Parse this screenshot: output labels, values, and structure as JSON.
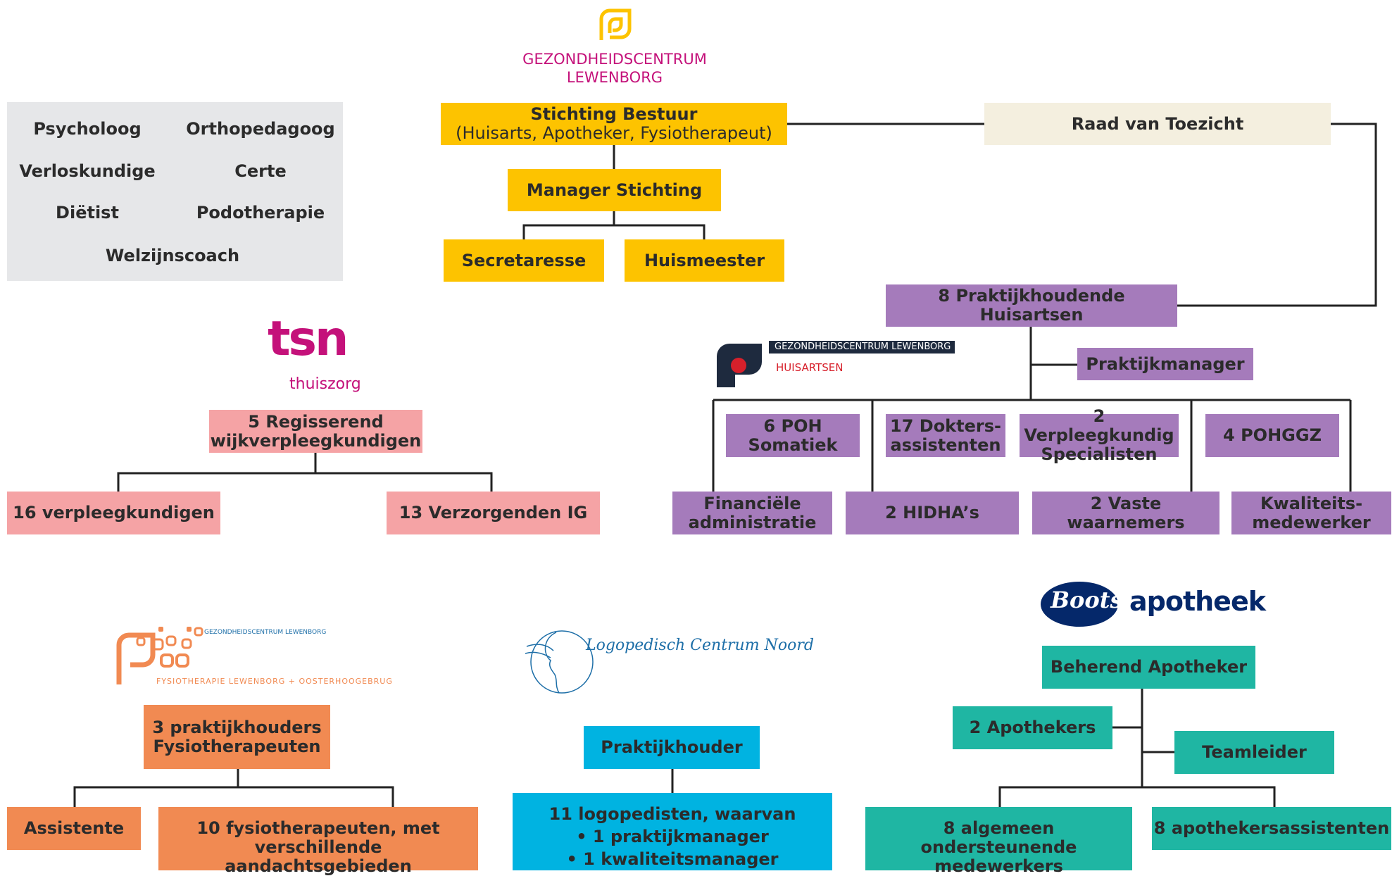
{
  "logo_main": {
    "line1": "GEZONDHEIDSCENTRUM",
    "line2": "LEWENBORG"
  },
  "top": {
    "stichting": {
      "line1": "Stichting Bestuur",
      "line2": "(Huisarts, Apotheker, Fysiotherapeut)"
    },
    "raad": "Raad van Toezicht",
    "manager": "Manager Stichting",
    "secretaresse": "Secretaresse",
    "huismeester": "Huismeester"
  },
  "others": {
    "psycholoog": "Psycholoog",
    "orthopedagoog": "Orthopedagoog",
    "verloskundige": "Verloskundige",
    "certe": "Certe",
    "dietist": "Diëtist",
    "podotherapie": "Podotherapie",
    "welzijnscoach": "Welzijnscoach"
  },
  "tsn": {
    "logo": "tsn",
    "logo_sub": "thuiszorg",
    "root": {
      "line1": "5 Regisserend",
      "line2": "wijkverpleegkundigen"
    },
    "left": "16 verpleegkundigen",
    "right": "13 Verzorgenden IG"
  },
  "huisartsen": {
    "logo_line1": "GEZONDHEIDSCENTRUM LEWENBORG",
    "logo_line2": "HUISARTSEN",
    "root": "8 Praktijkhoudende Huisartsen",
    "manager": "Praktijkmanager",
    "poh": {
      "line1": "6 POH",
      "line2": "Somatiek"
    },
    "dokters": {
      "line1": "17 Dokters-",
      "line2": "assistenten"
    },
    "verpleeg": {
      "line1": "2 Verpleegkundig",
      "line2": "Specialisten"
    },
    "pohggz": "4 POHGGZ",
    "financ": {
      "line1": "Financiële",
      "line2": "administratie"
    },
    "hidha": "2 HIDHA’s",
    "waarnemers": "2 Vaste waarnemers",
    "kwaliteit": {
      "line1": "Kwaliteits-",
      "line2": "medewerker"
    }
  },
  "fysio": {
    "logo_top": "GEZONDHEIDSCENTRUM LEWENBORG",
    "logo_bottom": "FYSIOTHERAPIE LEWENBORG + OOSTERHOOGEBRUG",
    "root": {
      "line1": "3 praktijkhouders",
      "line2": "Fysiotherapeuten"
    },
    "assistente": "Assistente",
    "fysios": {
      "line1": "10 fysiotherapeuten, met",
      "line2": "verschillende aandachtsgebieden"
    }
  },
  "logo_centrum": {
    "logo": "Logopedisch Centrum Noord",
    "root": "Praktijkhouder",
    "team": {
      "line1": "11 logopedisten, waarvan",
      "line2": "• 1 praktijkmanager",
      "line3": "• 1 kwaliteitsmanager"
    }
  },
  "apotheek": {
    "logo_boots": "Boots",
    "logo_text": "apotheek",
    "root": "Beherend Apotheker",
    "apothekers": "2 Apothekers",
    "teamleider": "Teamleider",
    "ondersteunend": {
      "line1": "8 algemeen ondersteunende",
      "line2": "medewerkers"
    },
    "assistenten": "8 apothekersassistenten"
  },
  "colors": {
    "yellow": "#fdc300",
    "cream": "#f4efdf",
    "grey": "#e6e7e9",
    "purple": "#a57bbb",
    "pink": "#f5a3a5",
    "orange": "#f18a52",
    "cyan": "#00b3e1",
    "teal": "#1fb6a3",
    "brand_magenta": "#c4117a",
    "boots_blue": "#05286a"
  }
}
